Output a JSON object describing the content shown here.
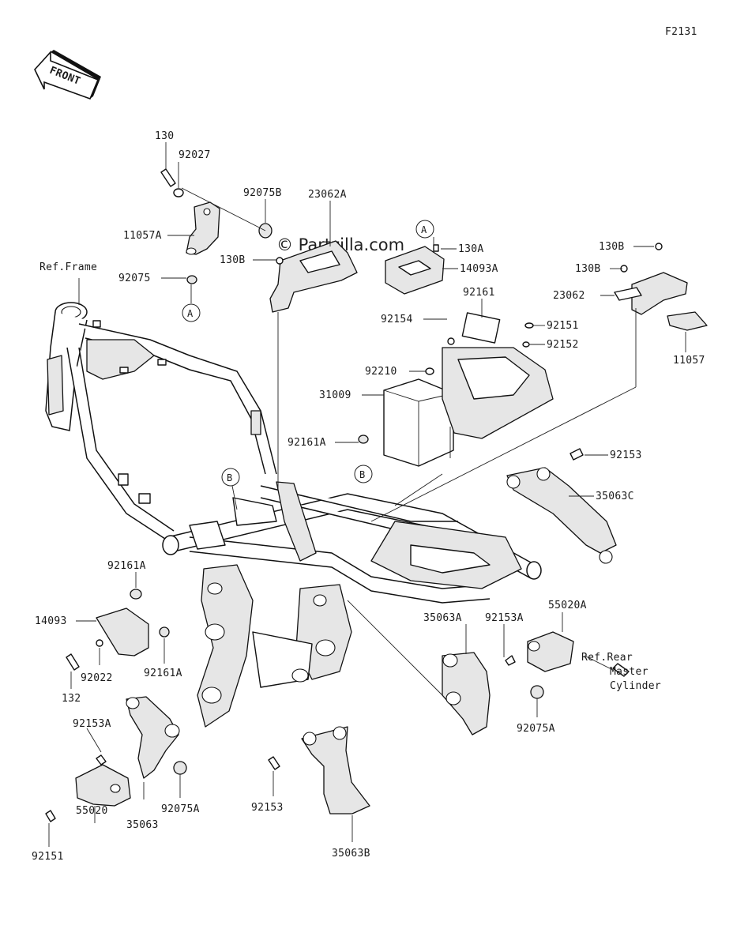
{
  "figure_id": "F2131",
  "front_label": "FRONT",
  "watermark": "© Partzilla.com",
  "ref_frame": "Ref.Frame",
  "ref_rear_lines": [
    "Ref.Rear",
    "Master",
    "Cylinder"
  ],
  "callouts": {
    "a": "A",
    "b": "B"
  },
  "part_labels": {
    "p130": "130",
    "p92027": "92027",
    "p92075B": "92075B",
    "p11057A": "11057A",
    "p23062A": "23062A",
    "p130B_left": "130B",
    "p92075": "92075",
    "p130A": "130A",
    "p14093A": "14093A",
    "p130B_top": "130B",
    "p130B_mid": "130B",
    "p23062": "23062",
    "p11057": "11057",
    "p92161": "92161",
    "p92154": "92154",
    "p92151_top": "92151",
    "p92152": "92152",
    "p92210": "92210",
    "p31009": "31009",
    "p92161A_top": "92161A",
    "p92153_right": "92153",
    "p35063C": "35063C",
    "p92161A_left": "92161A",
    "p14093": "14093",
    "p92022": "92022",
    "p92161A_low": "92161A",
    "p132": "132",
    "p35063A": "35063A",
    "p92153A_right": "92153A",
    "p55020A": "55020A",
    "p92075A_right": "92075A",
    "p92153A_left": "92153A",
    "p92075A_left": "92075A",
    "p35063": "35063",
    "p55020": "55020",
    "p92151_bottom": "92151",
    "p92153_bottom": "92153",
    "p35063B": "35063B"
  }
}
